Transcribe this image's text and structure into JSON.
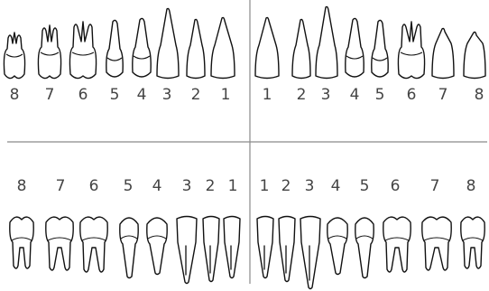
{
  "diagram": {
    "upper_left_labels": [
      "8",
      "7",
      "6",
      "5",
      "4",
      "3",
      "2",
      "1"
    ],
    "upper_right_labels": [
      "1",
      "2",
      "3",
      "4",
      "5",
      "6",
      "7",
      "8"
    ],
    "lower_left_labels": [
      "8",
      "7",
      "6",
      "5",
      "4",
      "3",
      "2",
      "1"
    ],
    "lower_right_labels": [
      "1",
      "2",
      "3",
      "4",
      "5",
      "6",
      "7",
      "8"
    ],
    "colors": {
      "outline": "#111111",
      "divider": "#8a8a8a",
      "label": "#444444"
    }
  }
}
